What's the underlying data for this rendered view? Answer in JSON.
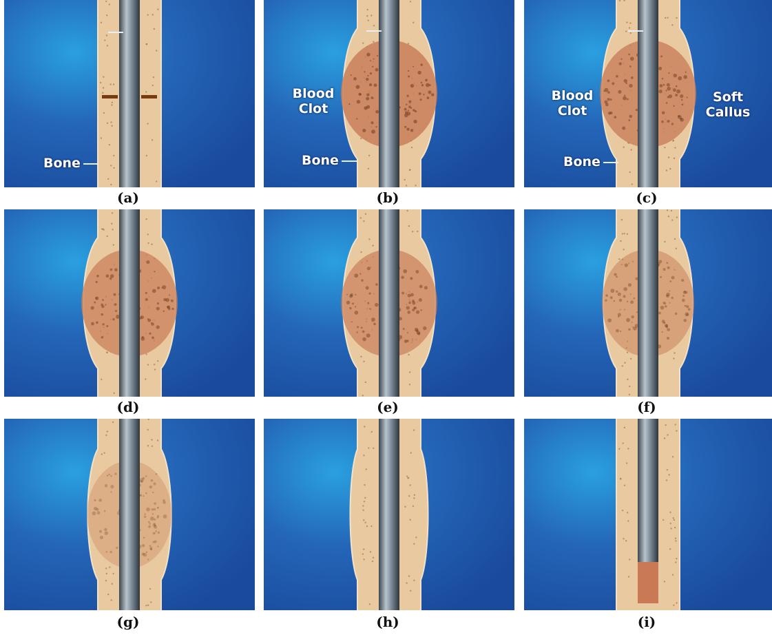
{
  "panels": [
    {
      "id": "a",
      "caption": "(a)",
      "stage": "fracture"
    },
    {
      "id": "b",
      "caption": "(b)",
      "stage": "blood-clot"
    },
    {
      "id": "c",
      "caption": "(c)",
      "stage": "soft-callus"
    },
    {
      "id": "d",
      "caption": "(d)",
      "stage": "callus"
    },
    {
      "id": "e",
      "caption": "(e)",
      "stage": "hard-callus"
    },
    {
      "id": "f",
      "caption": "(f)",
      "stage": "hard-callus-remodel"
    },
    {
      "id": "g",
      "caption": "(g)",
      "stage": "remodeling"
    },
    {
      "id": "h",
      "caption": "(h)",
      "stage": "healed"
    },
    {
      "id": "i",
      "caption": "(i)",
      "stage": "healed-rod"
    }
  ],
  "labels": {
    "bone": "Bone",
    "blood_clot_line1": "Blood",
    "blood_clot_line2": "Clot",
    "soft_callus_line1": "Soft",
    "soft_callus_line2": "Callus"
  },
  "colors": {
    "background_blue": "#1a4a9c",
    "background_light": "#2aa0e0",
    "bone": "#e9c9a0",
    "rod": "#7d8d99",
    "clot": "#c97f5a",
    "fracture": "#7a3a10",
    "rod_tip": "#c97a55"
  },
  "icons": [
    "leader-line"
  ]
}
